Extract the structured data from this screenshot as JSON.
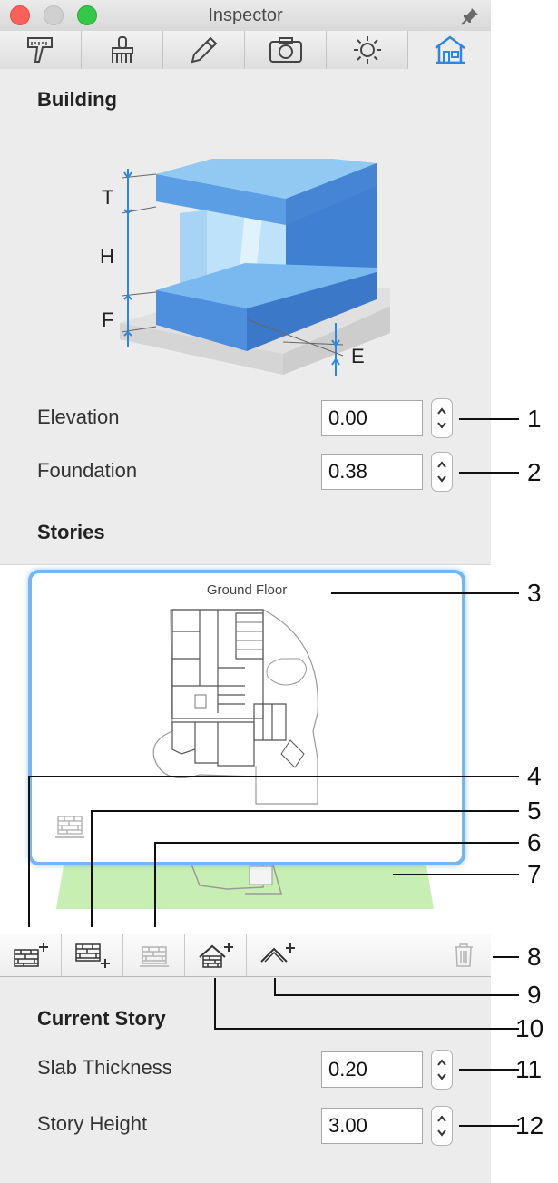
{
  "window": {
    "title": "Inspector"
  },
  "colors": {
    "accent": "#3d8ee6",
    "selection_border": "#73b6f3",
    "close": "#fc605b",
    "minimize": "#d0d0d0",
    "zoom": "#34c84a",
    "story_green": "#c8efb3"
  },
  "tabs": [
    {
      "icon": "measure-icon"
    },
    {
      "icon": "brush-icon"
    },
    {
      "icon": "pencil-icon"
    },
    {
      "icon": "camera-icon"
    },
    {
      "icon": "sun-icon"
    },
    {
      "icon": "house-icon",
      "active": true
    }
  ],
  "building": {
    "heading": "Building",
    "diagram_labels": {
      "t": "T",
      "h": "H",
      "f": "F",
      "e": "E"
    },
    "elevation": {
      "label": "Elevation",
      "value": "0.00"
    },
    "foundation": {
      "label": "Foundation",
      "value": "0.38"
    }
  },
  "stories": {
    "heading": "Stories",
    "ground_floor_name": "Ground Floor"
  },
  "toolbar": {
    "buttons": [
      "add-story-above-icon",
      "add-story-below-icon",
      "add-basement-icon",
      "add-roof-story-icon",
      "add-attic-icon",
      "trash-icon"
    ]
  },
  "current_story": {
    "heading": "Current Story",
    "slab_thickness": {
      "label": "Slab Thickness",
      "value": "0.20"
    },
    "story_height": {
      "label": "Story Height",
      "value": "3.00"
    }
  },
  "callouts": [
    "1",
    "2",
    "3",
    "4",
    "5",
    "6",
    "7",
    "8",
    "9",
    "10",
    "11",
    "12"
  ]
}
